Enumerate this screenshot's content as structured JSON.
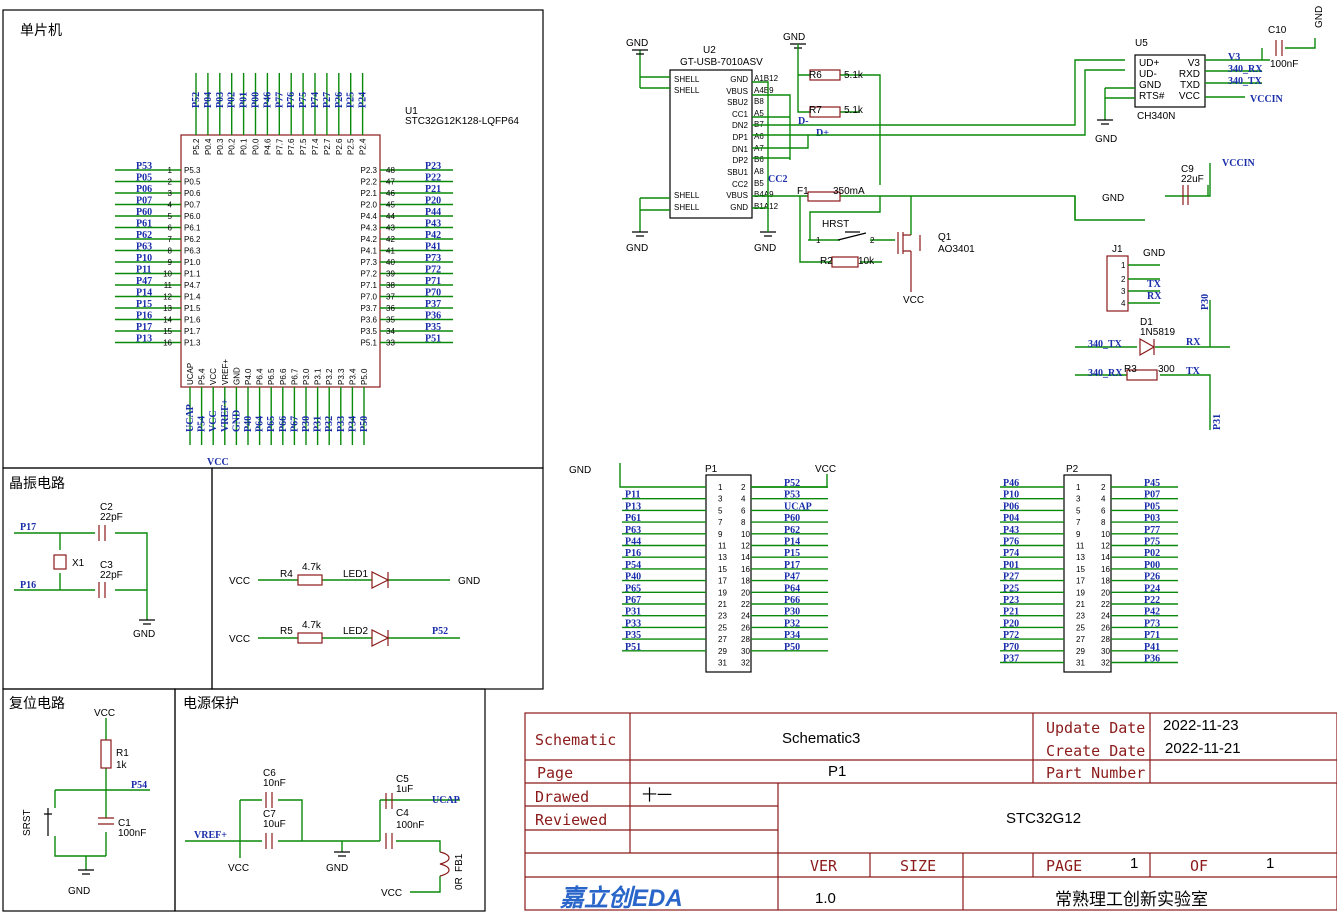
{
  "sections": {
    "mcu": "单片机",
    "osc": "晶振电路",
    "reset": "复位电路",
    "power": "电源保护"
  },
  "mcu": {
    "ref": "U1",
    "part": "STC32G12K128-LQFP64",
    "left_nets": [
      "P53",
      "P05",
      "P06",
      "P07",
      "P60",
      "P61",
      "P62",
      "P63",
      "P10",
      "P11",
      "P47",
      "P14",
      "P15",
      "P16",
      "P17",
      "P13"
    ],
    "left_pins": [
      "P5.3",
      "P0.5",
      "P0.6",
      "P0.7",
      "P6.0",
      "P6.1",
      "P6.2",
      "P6.3",
      "P1.0",
      "P1.1",
      "P4.7",
      "P1.4",
      "P1.5",
      "P1.6",
      "P1.7",
      "P1.3"
    ],
    "right_nets": [
      "P23",
      "P22",
      "P21",
      "P20",
      "P44",
      "P43",
      "P42",
      "P41",
      "P73",
      "P72",
      "P71",
      "P70",
      "P37",
      "P36",
      "P35",
      "P51"
    ],
    "right_pins": [
      "P2.3",
      "P2.2",
      "P2.1",
      "P2.0",
      "P4.4",
      "P4.3",
      "P4.2",
      "P4.1",
      "P7.3",
      "P7.2",
      "P7.1",
      "P7.0",
      "P3.7",
      "P3.6",
      "P3.5",
      "P5.1"
    ],
    "top_nets": [
      "P52",
      "P04",
      "P03",
      "P02",
      "P01",
      "P00",
      "P46",
      "P77",
      "P76",
      "P75",
      "P74",
      "P27",
      "P26",
      "P25",
      "P24"
    ],
    "top_pins": [
      "P5.2",
      "P0.4",
      "P0.3",
      "P0.2",
      "P0.1",
      "P0.0",
      "P4.6",
      "P7.7",
      "P7.6",
      "P7.5",
      "P7.4",
      "P2.7",
      "P2.6",
      "P2.5",
      "P2.4"
    ],
    "bottom_nets": [
      "UCAP",
      "P54",
      "VCC",
      "VREF+",
      "GND",
      "P40",
      "P64",
      "P65",
      "P66",
      "P67",
      "P30",
      "P31",
      "P32",
      "P33",
      "P34",
      "P50"
    ],
    "bottom_pins": [
      "UCAP",
      "P5.4",
      "VCC",
      "VREF+",
      "GND",
      "P4.0",
      "P6.4",
      "P6.5",
      "P6.6",
      "P6.7",
      "P3.0",
      "P3.1",
      "P3.2",
      "P3.3",
      "P3.4",
      "P5.0"
    ],
    "vcc": "VCC"
  },
  "usb": {
    "ref": "U2",
    "part": "GT-USB-7010ASV",
    "left_pins": [
      "SHELL",
      "SHELL",
      "SHELL",
      "SHELL"
    ],
    "right_pins": [
      "GND",
      "VBUS",
      "SBU2",
      "CC1",
      "DN2",
      "DP1",
      "DN1",
      "DP2",
      "SBU1",
      "CC2",
      "VBUS",
      "GND"
    ],
    "pin_ids": [
      "A1B12",
      "A4B9",
      "B8",
      "A5",
      "B7",
      "A6",
      "A7",
      "B6",
      "A8",
      "B5",
      "B4A9",
      "B1A12"
    ],
    "gnd1": "GND",
    "gnd2": "GND",
    "gnd3": "GND",
    "gnd4": "GND",
    "dminus": "D-",
    "dplus": "D+",
    "cc2": "CC2"
  },
  "ch340": {
    "ref": "U5",
    "part": "CH340N",
    "pins_left": [
      "UD+",
      "UD-",
      "GND",
      "RTS#"
    ],
    "pins_right": [
      "V3",
      "RXD",
      "TXD",
      "VCC"
    ],
    "net_v3": "V3",
    "net_rx": "340_RX",
    "net_tx": "340_TX",
    "vccin": "VCCIN",
    "gnd": "GND"
  },
  "parts": {
    "r6": "R6",
    "r6v": "5.1k",
    "r7": "R7",
    "r7v": "5.1k",
    "f1": "F1",
    "f1v": "350mA",
    "r2": "R2",
    "r2v": "10k",
    "hrst": "HRST",
    "q1": "Q1",
    "q1v": "AO3401",
    "vcc": "VCC",
    "c10": "C10",
    "c10v": "100nF",
    "gnd_top": "GND",
    "c9": "C9",
    "c9v": "22uF",
    "vccin": "VCCIN",
    "gnd_c9": "GND",
    "j1": "J1",
    "j1_gnd": "GND",
    "j1_tx": "TX",
    "j1_rx": "RX",
    "d1": "D1",
    "d1v": "1N5819",
    "d1_340tx": "340_TX",
    "d1_rx": "RX",
    "r3": "R3",
    "r3v": "300",
    "r3_340rx": "340_RX",
    "r3_tx": "TX",
    "p30": "P30",
    "p31": "P31"
  },
  "osc": {
    "c2": "C2",
    "c2v": "22pF",
    "c3": "C3",
    "c3v": "22pF",
    "x1": "X1",
    "p17": "P17",
    "p16": "P16",
    "gnd": "GND"
  },
  "leds": {
    "vcc1": "VCC",
    "r4": "R4",
    "r4v": "4.7k",
    "led1": "LED1",
    "gnd": "GND",
    "vcc2": "VCC",
    "r5": "R5",
    "r5v": "4.7k",
    "led2": "LED2",
    "p52": "P52"
  },
  "reset": {
    "vcc": "VCC",
    "r1": "R1",
    "r1v": "1k",
    "p54": "P54",
    "c1": "C1",
    "c1v": "100nF",
    "srst": "SRST",
    "gnd": "GND"
  },
  "powerprot": {
    "c6": "C6",
    "c6v": "10nF",
    "c7": "C7",
    "c7v": "10uF",
    "c5": "C5",
    "c5v": "1uF",
    "c4": "C4",
    "c4v": "100nF",
    "ucap": "UCAP",
    "vref": "VREF+",
    "vcc": "VCC",
    "gnd": "GND",
    "vcc2": "VCC",
    "fb1": "FB1",
    "fb1v": "0R"
  },
  "p1": {
    "ref": "P1",
    "gnd": "GND",
    "vcc": "VCC",
    "left": [
      "",
      "P11",
      "P13",
      "P61",
      "P63",
      "P44",
      "P16",
      "P54",
      "P40",
      "P65",
      "P67",
      "P31",
      "P33",
      "P35",
      "P51"
    ],
    "right": [
      "P52",
      "P53",
      "UCAP",
      "P60",
      "P62",
      "P14",
      "P15",
      "P17",
      "P47",
      "P64",
      "P66",
      "P30",
      "P32",
      "P34",
      "P50"
    ]
  },
  "p2": {
    "ref": "P2",
    "left": [
      "P46",
      "P10",
      "P06",
      "P04",
      "P43",
      "P76",
      "P74",
      "P01",
      "P27",
      "P25",
      "P23",
      "P21",
      "P20",
      "P72",
      "P70",
      "P37"
    ],
    "right": [
      "P45",
      "P07",
      "P05",
      "P03",
      "P77",
      "P75",
      "P02",
      "P00",
      "P26",
      "P24",
      "P22",
      "P42",
      "P73",
      "P71",
      "P41",
      "P36"
    ]
  },
  "title_block": {
    "schematic_label": "Schematic",
    "schematic_value": "Schematic3",
    "update_label": "Update Date",
    "update_value": "2022-11-23",
    "create_label": "Create Date",
    "create_value": "2022-11-21",
    "page_label": "Page",
    "page_value": "P1",
    "part_label": "Part Number",
    "drawed_label": "Drawed",
    "drawed_value": "十一",
    "reviewed_label": "Reviewed",
    "board_value": "STC32G12",
    "ver_label": "VER",
    "ver_value": "1.0",
    "size_label": "SIZE",
    "pg_label": "PAGE",
    "pg_value": "1",
    "of_label": "OF",
    "of_value": "1",
    "logo": "嘉立创EDA",
    "org": "常熟理工创新实验室"
  },
  "colors": {
    "wire": "#0a8a0a",
    "net": "#1a2eaa",
    "part": "#8b1a1a"
  }
}
